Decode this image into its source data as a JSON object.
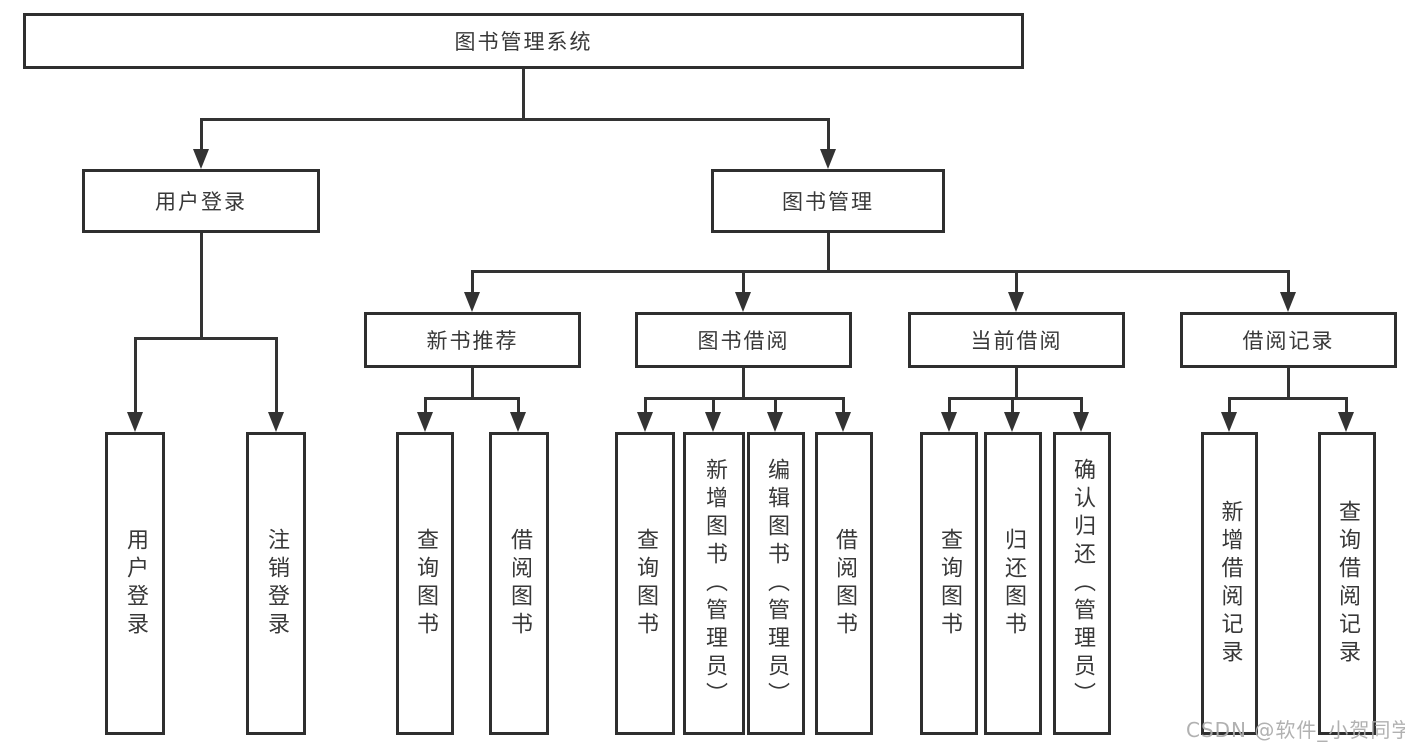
{
  "nodes": {
    "root": "图书管理系统",
    "branches": [
      {
        "label": "用户登录",
        "children": [
          "用户登录",
          "注销登录"
        ]
      },
      {
        "label": "图书管理",
        "children": [
          {
            "label": "新书推荐",
            "children": [
              "查询图书",
              "借阅图书"
            ]
          },
          {
            "label": "图书借阅",
            "children": [
              "查询图书",
              "新增图书（管理员）",
              "编辑图书（管理员）",
              "借阅图书"
            ]
          },
          {
            "label": "当前借阅",
            "children": [
              "查询图书",
              "归还图书",
              "确认归还（管理员）"
            ]
          },
          {
            "label": "借阅记录",
            "children": [
              "新增借阅记录",
              "查询借阅记录"
            ]
          }
        ]
      }
    ]
  },
  "watermark": {
    "text": "CSDN @软件_小贺同学"
  },
  "colors": {
    "line": "#333333",
    "border": "#2f2f2f",
    "watermark": "#adadad",
    "background": "#ffffff"
  }
}
